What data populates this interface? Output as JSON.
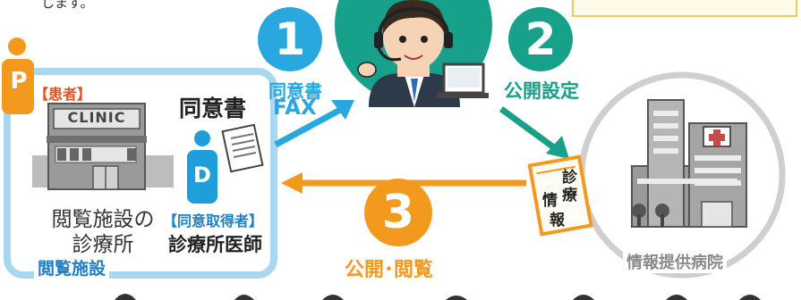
{
  "top_note": "します。",
  "colors": {
    "step1_blue": "#29a8e0",
    "step2_teal": "#17a08a",
    "step3_orange": "#f39a1e",
    "patient_orange": "#f39a1e",
    "patient_label_red": "#e8501e",
    "browsing_frame": "#a9d6f0",
    "doctor_blue": "#1f9fd9",
    "doctor_label_blue": "#1f7fc4",
    "hospital_gray": "#c9c9c9",
    "note_yellow_border": "#f0c85a"
  },
  "patient": {
    "badge": "P",
    "label": "【患者】"
  },
  "clinic": {
    "sign": "CLINIC",
    "name_line1": "閲覧施設の",
    "name_line2": "診療所"
  },
  "browsing_facility": {
    "label": "閲覧施設"
  },
  "consent_document": {
    "label": "同意書"
  },
  "doctor": {
    "badge": "D",
    "role": "【同意取得者】",
    "name": "診療所医師"
  },
  "steps": [
    {
      "number": "1",
      "line1": "同意書",
      "line2": "FAX"
    },
    {
      "number": "2",
      "line1": "公開設定"
    },
    {
      "number": "3",
      "line1": "公開･閲覧"
    }
  ],
  "info_document": {
    "chars": [
      "診",
      "情",
      "療",
      "報"
    ]
  },
  "hospital": {
    "label": "情報提供病院"
  },
  "operator_icon": "call-center-operator-icon"
}
